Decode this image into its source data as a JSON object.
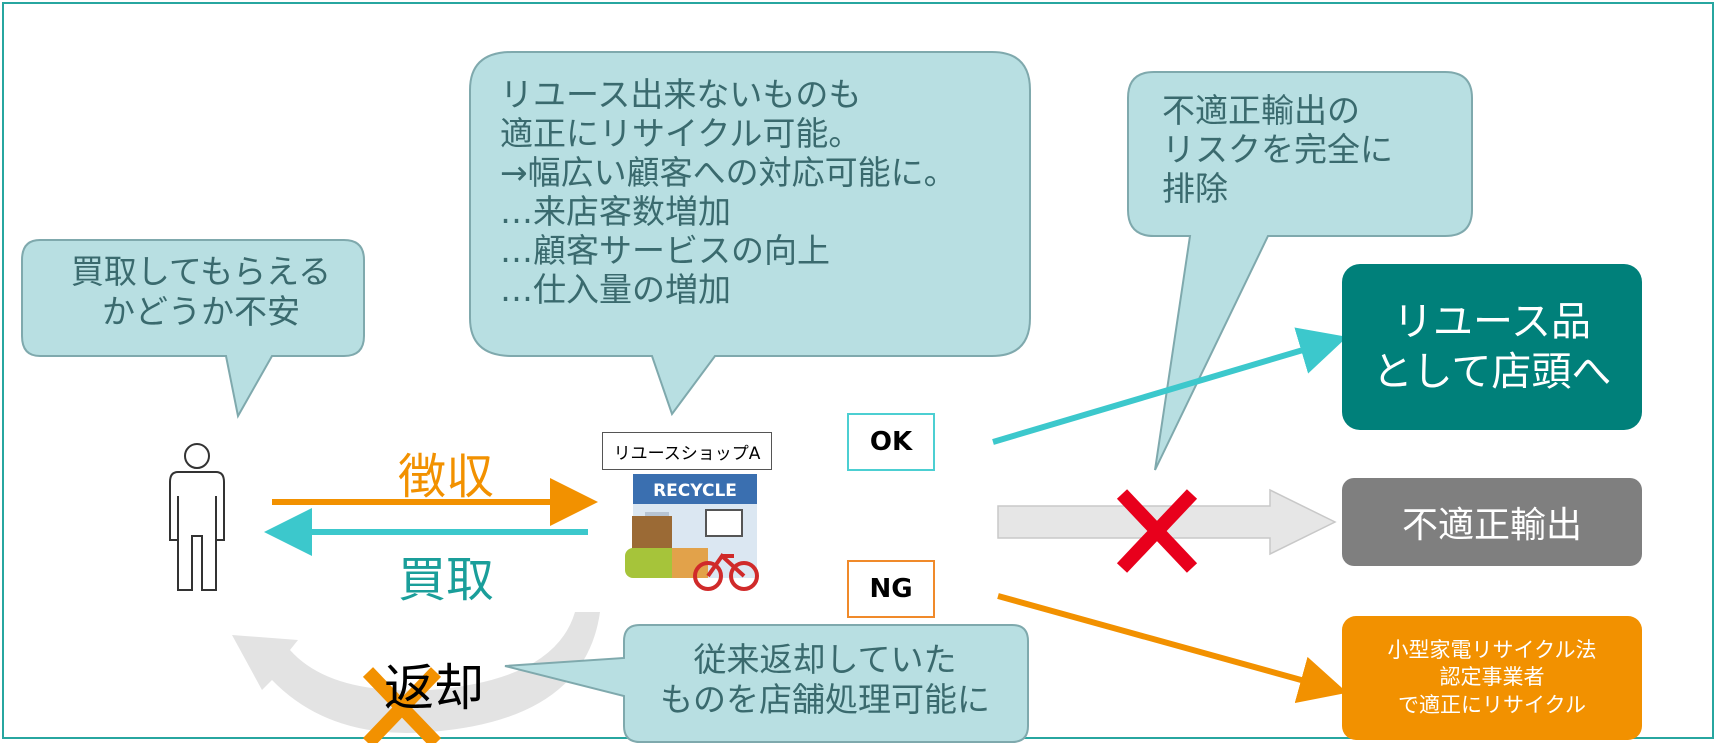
{
  "bubbles": {
    "customer": "買取してもらえる\nかどうか不安",
    "shop": "リユース出来ないものも\n適正にリサイクル可能。\n→幅広い顧客への対応可能に。\n …来店客数増加\n …顧客サービスの向上\n …仕入量の増加",
    "export": "不適正輸出の\nリスクを完全に\n排除",
    "return": "従来返却していた\nものを店舗処理可能に"
  },
  "flow": {
    "collect": "徴収",
    "buy": "買取",
    "return": "返却"
  },
  "shop": {
    "label": "リユースショップA",
    "sign": "RECYCLE"
  },
  "tags": {
    "ok": "OK",
    "ng": "NG"
  },
  "outcomes": {
    "reuse": "リユース品\nとして店頭へ",
    "illegal_export": "不適正輸出",
    "certified_recycling": "小型家電リサイクル法\n認定事業者\nで適正にリサイクル"
  },
  "colors": {
    "frame": "#27a6a0",
    "bubble_fill": "#b8dfe2",
    "bubble_stroke": "#7fa9ad",
    "bubble_text": "#3a6a6e",
    "collect_orange": "#f29100",
    "buy_teal": "#3cc8cc",
    "buy_text": "#1a9e9a",
    "reuse_box": "#00807a",
    "illegal_box": "#7f7f7f",
    "recycle_box": "#f29100",
    "cross_red": "#e8001c",
    "cross_orange": "#f29100",
    "ghost_arrow": "#e3e3e3"
  },
  "icons": {
    "person": "person-icon",
    "shop": "recycle-shop-icon",
    "blocked_export": "cross-icon",
    "blocked_return": "cross-icon"
  }
}
